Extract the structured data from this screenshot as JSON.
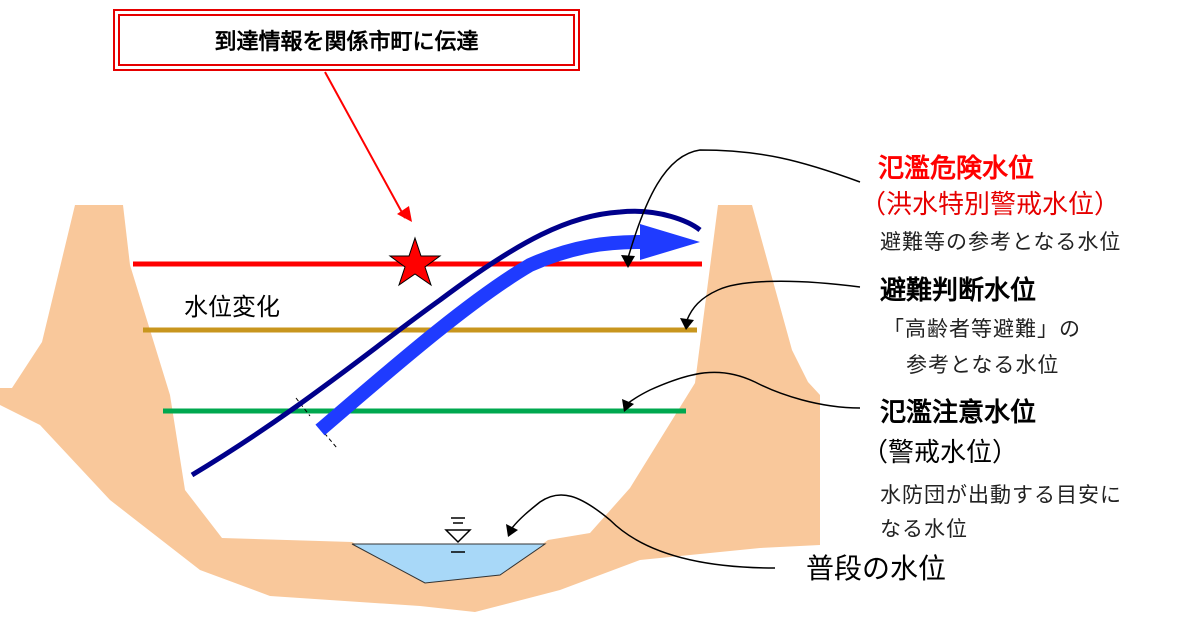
{
  "callout": {
    "text": "到達情報を関係市町に伝達"
  },
  "change_label": "水位変化",
  "levels": {
    "danger": {
      "title": "氾濫危険水位",
      "subtitle": "（洪水特別警戒水位）",
      "desc": "避難等の参考となる水位",
      "color": "#ff0000"
    },
    "evacuation": {
      "title": "避難判断水位",
      "desc_line1": "「高齢者等避難」の",
      "desc_line2": "参考となる水位",
      "color": "#c8961e"
    },
    "caution": {
      "title": "氾濫注意水位",
      "subtitle": "（警戒水位）",
      "desc_line1": "水防団が出動する目安に",
      "desc_line2": "なる水位",
      "color": "#00a84f"
    },
    "normal": {
      "title": "普段の水位",
      "color": "#a8d8f8"
    }
  },
  "colors": {
    "bank": "#f9c89b",
    "arrow_outer": "#00008b",
    "arrow_inner": "#1f3bff",
    "star": "#ff0000",
    "callout_border": "#e60000"
  }
}
